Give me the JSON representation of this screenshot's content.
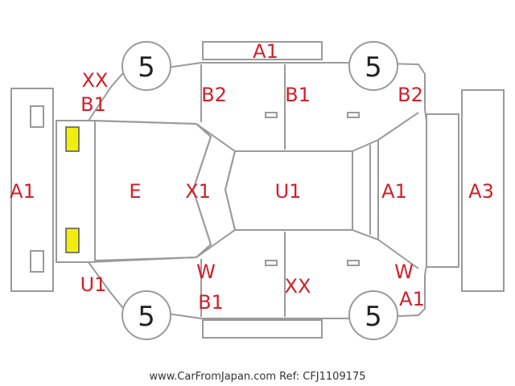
{
  "tires": {
    "front_left": "5",
    "front_right": "5",
    "rear_left": "5",
    "rear_right": "5"
  },
  "damage_codes": {
    "top_panel": "A1",
    "front_left_corner_1": "XX",
    "front_left_corner_2": "B1",
    "front_left_door": "B2",
    "rear_left_door": "B1",
    "rear_left_corner": "B2",
    "front_bumper": "A1",
    "hood": "E",
    "windshield": "X1",
    "roof": "U1",
    "rear_window": "A1",
    "rear_bumper": "A3",
    "front_right_corner": "U1",
    "front_right_door_1": "W",
    "front_right_door_2": "B1",
    "rear_right_door": "XX",
    "rear_right_corner_1": "W",
    "rear_right_corner_2": "A1"
  },
  "colors": {
    "code_text": "#d0202a",
    "headlight": "#f2ee10",
    "taillight": "#d8101c",
    "outline": "#9a9a9a"
  },
  "footer": {
    "watermark": "www.CarFromJapan.com Ref: CFJ1109175"
  }
}
